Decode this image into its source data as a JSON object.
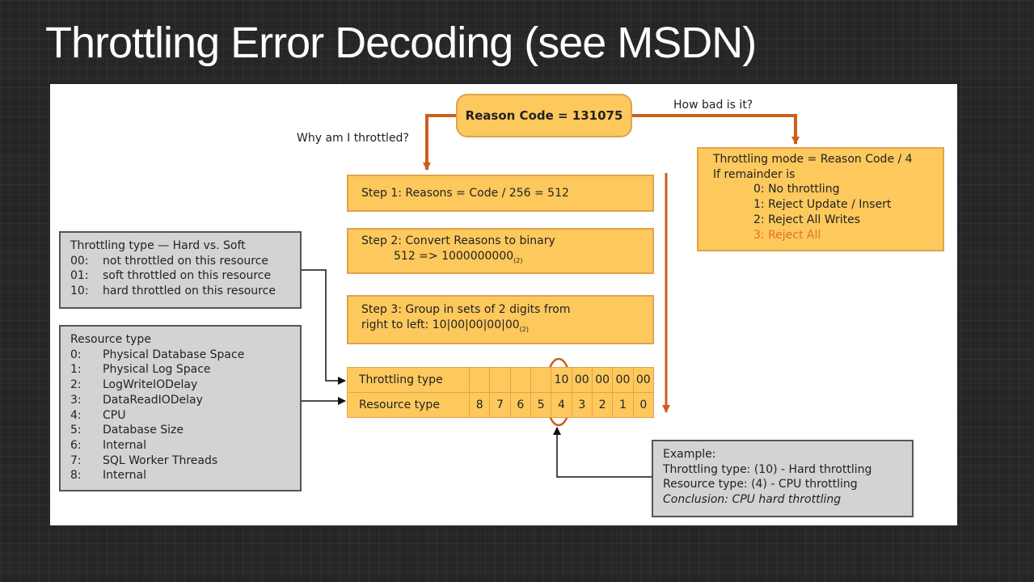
{
  "title": "Throttling Error Decoding (see MSDN)",
  "diagram": {
    "reason_code": "Reason Code = 131075",
    "question_why": "Why am I throttled?",
    "question_how_bad": "How bad is it?",
    "steps": [
      {
        "line1": "Step 1: Reasons = Code / 256 = 512",
        "line2": "",
        "subscript": ""
      },
      {
        "line1": "Step 2: Convert Reasons to binary",
        "line2": "512 => 1000000000",
        "subscript": "(2)"
      },
      {
        "line1": "Step 3: Group in sets of 2 digits from",
        "line2": "right to left: 10|00|00|00|00",
        "subscript": "(2)"
      }
    ],
    "mode_box": {
      "line1": "Throttling mode = Reason Code / 4",
      "line2": "If remainder is",
      "items": [
        "0: No throttling",
        "1: Reject Update / Insert",
        "2: Reject All Writes",
        "3: Reject All"
      ]
    },
    "throttling_type_box": {
      "heading": "Throttling type — Hard vs. Soft",
      "rows": [
        {
          "code": "00:",
          "desc": "not throttled on this resource"
        },
        {
          "code": "01:",
          "desc": "soft throttled on this resource"
        },
        {
          "code": "10:",
          "desc": "hard throttled on this resource"
        }
      ]
    },
    "resource_type_box": {
      "heading": "Resource type",
      "rows": [
        {
          "code": "0:",
          "desc": "Physical Database Space"
        },
        {
          "code": "1:",
          "desc": "Physical Log Space"
        },
        {
          "code": "2:",
          "desc": "LogWriteIODelay"
        },
        {
          "code": "3:",
          "desc": "DataReadIODelay"
        },
        {
          "code": "4:",
          "desc": "CPU"
        },
        {
          "code": "5:",
          "desc": "Database Size"
        },
        {
          "code": "6:",
          "desc": "Internal"
        },
        {
          "code": "7:",
          "desc": "SQL Worker Threads"
        },
        {
          "code": "8:",
          "desc": "Internal"
        }
      ]
    },
    "grid": {
      "row1_label": "Throttling type",
      "row2_label": "Resource type",
      "row1_values": [
        "",
        "",
        "",
        "",
        "10",
        "00",
        "00",
        "00",
        "00"
      ],
      "row2_values": [
        "8",
        "7",
        "6",
        "5",
        "4",
        "3",
        "2",
        "1",
        "0"
      ]
    },
    "example_box": {
      "line1": "Example:",
      "line2": "Throttling type: (10) - Hard throttling",
      "line3": "Resource type: (4) - CPU throttling",
      "line4": "Conclusion: CPU hard throttling"
    },
    "colors": {
      "arrow": "#cc5f1b",
      "box_fill": "#fdc95d",
      "box_border": "#e2a24a",
      "gray_fill": "#d3d3d3",
      "highlight_text": "#e46c2b"
    }
  }
}
